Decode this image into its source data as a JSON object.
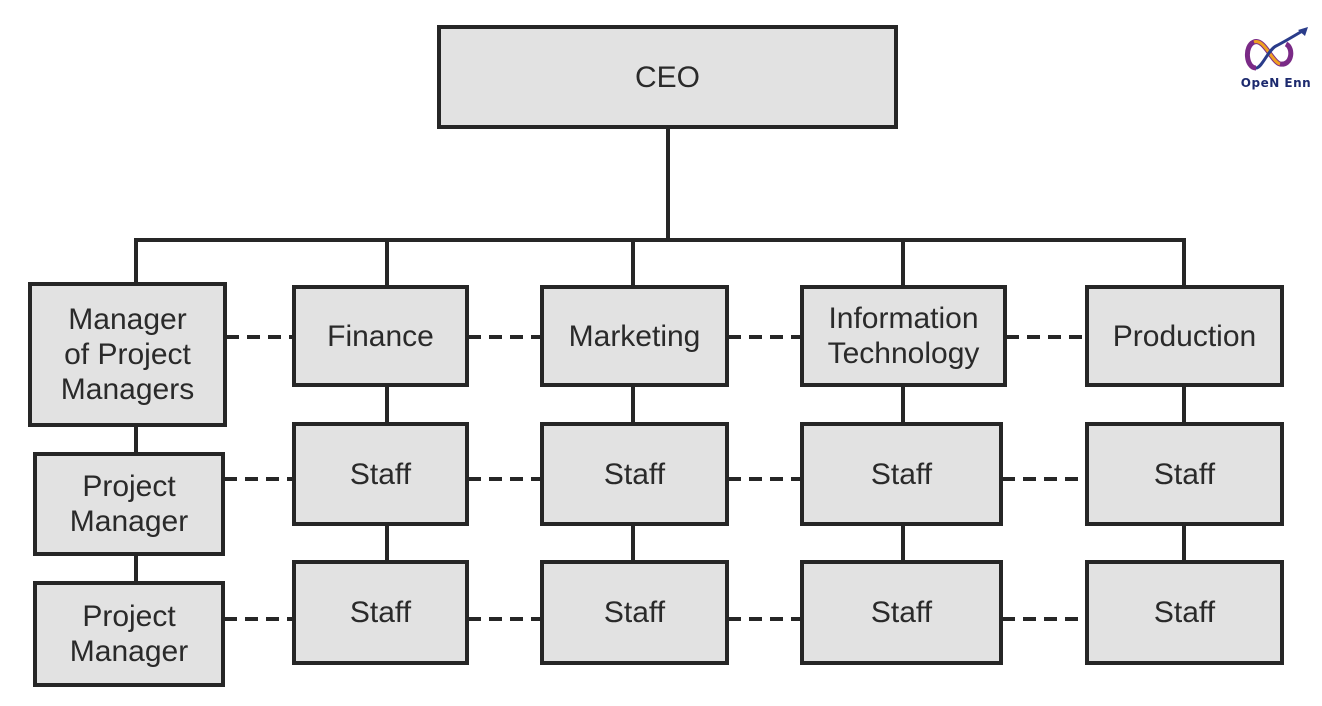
{
  "nodes": {
    "ceo": "CEO",
    "manager_pm": "Manager\nof Project\nManagers",
    "finance": "Finance",
    "marketing": "Marketing",
    "it": "Information\nTechnology",
    "production": "Production",
    "project_manager_1": "Project\nManager",
    "project_manager_2": "Project\nManager",
    "staff_finance_1": "Staff",
    "staff_marketing_1": "Staff",
    "staff_it_1": "Staff",
    "staff_production_1": "Staff",
    "staff_finance_2": "Staff",
    "staff_marketing_2": "Staff",
    "staff_it_2": "Staff",
    "staff_production_2": "Staff"
  },
  "logo": {
    "text": "OpeN Enn",
    "icon": "infinity-arrow-logo"
  },
  "colors": {
    "box_fill": "#e2e2e2",
    "border": "#262626",
    "text": "#2a2a2a"
  }
}
